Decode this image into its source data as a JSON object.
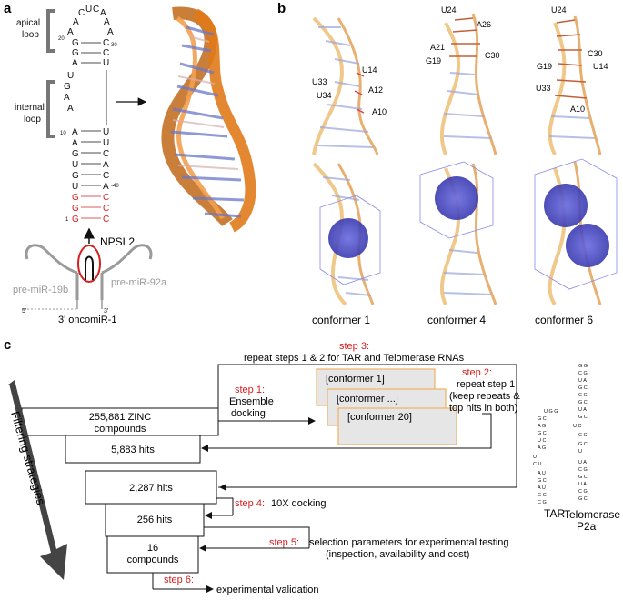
{
  "panels": {
    "a": "a",
    "b": "b",
    "c": "c"
  },
  "panel_a": {
    "apical_loop_label": [
      "apical",
      "loop"
    ],
    "internal_loop_label": [
      "internal",
      "loop"
    ],
    "loop_top_letters": [
      "C",
      "U",
      "C",
      "A"
    ],
    "left_strand_upper": [
      "A",
      "A",
      "G",
      "G",
      "A"
    ],
    "right_strand_upper": [
      "A",
      "A",
      "C",
      "C",
      "U"
    ],
    "internal_left": [
      "U",
      "G",
      "A",
      "A"
    ],
    "paired_left": [
      "A",
      "A",
      "G",
      "U",
      "G",
      "U"
    ],
    "paired_right": [
      "U",
      "U",
      "C",
      "A",
      "C",
      "A"
    ],
    "terminal_pairs_left": [
      "G",
      "G",
      "G"
    ],
    "terminal_pairs_right": [
      "C",
      "C",
      "C"
    ],
    "numbers": {
      "n20": "20",
      "n30": "30",
      "n10": "10",
      "n40": "-40",
      "n1": "1"
    },
    "npsl2": "NPSL2",
    "mir19b": "pre-miR-19b",
    "mir92a": "pre-miR-92a",
    "five_prime": "5'",
    "three_prime_small": "3'",
    "oncomir": "3' oncomiR-1"
  },
  "panel_b": {
    "conformers": [
      "conformer 1",
      "conformer 4",
      "conformer 6"
    ],
    "labels_conf1": [
      "U14",
      "U33",
      "U34",
      "A12",
      "A10"
    ],
    "labels_conf4": [
      "U24",
      "A26",
      "A21",
      "G19",
      "C30"
    ],
    "labels_conf6": [
      "U24",
      "G19",
      "C30",
      "U14",
      "U33",
      "A10"
    ]
  },
  "panel_c": {
    "step3_label": "step 3:",
    "step3_text": "repeat steps 1 & 2 for TAR and Telomerase RNAs",
    "step1_label": "step 1:",
    "step1_text": [
      "Ensemble",
      "docking"
    ],
    "step2_label": "step 2:",
    "step2_text": [
      "repeat step 1",
      "(keep repeats &",
      "top hits in both)"
    ],
    "conformer_boxes": [
      "[conformer 1]",
      "[conformer ...]",
      "[conformer 20]"
    ],
    "funnel": [
      [
        "255,881 ZINC",
        "compounds"
      ],
      [
        "5,883 hits"
      ],
      [
        "2,287 hits"
      ],
      [
        "256 hits"
      ],
      [
        "16",
        "compounds"
      ]
    ],
    "step4_label": "step 4:",
    "step4_text": "10X docking",
    "step5_label": "step 5:",
    "step5_text": [
      "selection parameters for experimental testing",
      "(inspection, availability and cost)"
    ],
    "step6_label": "step 6:",
    "step6_text": "experimental validation",
    "filtering": "Filtering strategies",
    "tar": "TAR",
    "telomerase": [
      "Telomerase",
      "P2a"
    ]
  },
  "colors": {
    "red": "#d42020",
    "orange": "#e07a1a",
    "blue": "#5050c8",
    "grey": "#9a9a9a",
    "box_border": "#f0b060"
  }
}
